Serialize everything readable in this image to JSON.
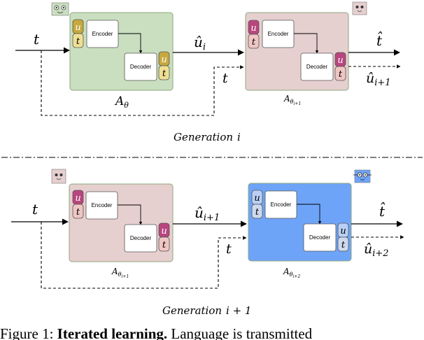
{
  "colors": {
    "green_box": "#c9dfbf",
    "pink_box": "#e6cfcf",
    "blue_box": "#6ea4f8",
    "u_chip_yellow": "#c8a83d",
    "u_chip_magenta": "#b9457e",
    "u_chip_blue": "#b9cff5",
    "t_chip_yellow": "#efdf94",
    "t_chip_pink": "#efc6c3",
    "t_chip_blue": "#cdd9ee"
  },
  "labels": {
    "encoder": "Encoder",
    "decoder": "Decoder",
    "chip_u": "u",
    "chip_t": "t"
  },
  "gen1": {
    "input_t": "t",
    "mid_u": "û",
    "mid_u_sub": "i",
    "mid_t": "t",
    "out_t": "t̂",
    "out_u": "û",
    "out_u_sub": "i+1",
    "agent_left": "A",
    "agent_left_sub": "θ",
    "agent_right": "A",
    "agent_right_sub": "θ",
    "agent_right_subsub": "i+1",
    "title": "Generation",
    "title_var": "i"
  },
  "gen2": {
    "input_t": "t",
    "mid_u": "û",
    "mid_u_sub": "i+1",
    "mid_t": "t",
    "out_t": "t̂",
    "out_u": "û",
    "out_u_sub": "i+2",
    "agent_left": "A",
    "agent_left_sub": "θ",
    "agent_left_subsub": "i+1",
    "agent_right": "A",
    "agent_right_sub": "θ",
    "agent_right_subsub": "i+2",
    "title": "Generation",
    "title_var": "i + 1"
  },
  "caption": {
    "prefix": "Figure 1: ",
    "bold": "Iterated learning.",
    "rest": " Language is transmitted"
  }
}
